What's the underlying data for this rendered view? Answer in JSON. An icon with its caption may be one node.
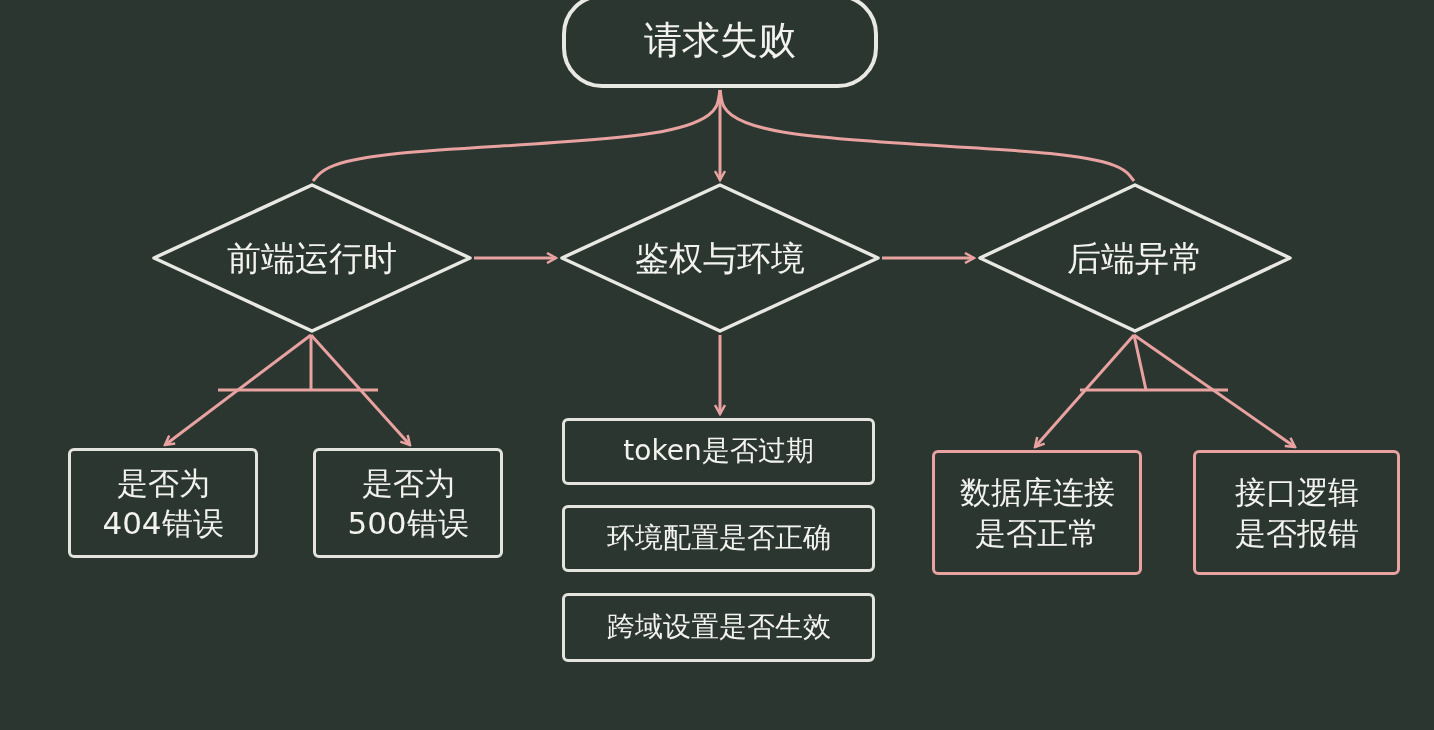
{
  "diagram": {
    "nodes": [
      {
        "text": [
          "请求失败"
        ]
      },
      {
        "text": [
          "前端运行时"
        ]
      },
      {
        "text": [
          "鉴权与环境"
        ]
      },
      {
        "text": [
          "后端异常"
        ]
      },
      {
        "text": [
          "是否为404错误"
        ]
      },
      {
        "text": [
          "是否为500错误"
        ]
      },
      {
        "text": [
          "token是否过期"
        ]
      },
      {
        "text": [
          "环境配置是否正确"
        ]
      },
      {
        "text": [
          "跨域设置是否生效"
        ]
      },
      {
        "text": [
          "数据库连接是否正常"
        ]
      },
      {
        "text": [
          "接口逻辑是否报错"
        ]
      }
    ],
    "edges": [
      {
        "from": 0,
        "to": 1,
        "arrow": "none"
      },
      {
        "from": 0,
        "to": 2,
        "arrow": "to"
      },
      {
        "from": 0,
        "to": 3,
        "arrow": "none"
      },
      {
        "from": 1,
        "to": 2,
        "arrow": "to"
      },
      {
        "from": 2,
        "to": 3,
        "arrow": "to"
      },
      {
        "from": 1,
        "to": 4,
        "arrow": "to"
      },
      {
        "from": 1,
        "to": 5,
        "arrow": "to"
      },
      {
        "from": 2,
        "to": 6,
        "arrow": "to"
      },
      {
        "from": 3,
        "to": 9,
        "arrow": "to"
      },
      {
        "from": 3,
        "to": 10,
        "arrow": "to"
      }
    ]
  }
}
